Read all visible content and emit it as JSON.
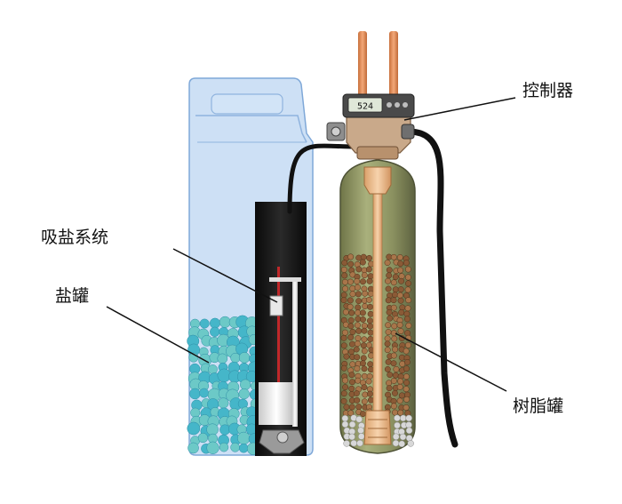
{
  "labels": {
    "controller": "控制器",
    "brine_system": "吸盐系统",
    "salt_tank": "盐罐",
    "resin_tank": "树脂罐"
  },
  "controller_display": "524",
  "colors": {
    "salt_tank_fill": "#bcd6f2",
    "salt_tank_edge": "#7fa8d8",
    "brine_well": "#151515",
    "resin_tank_fill": "#9aa06a",
    "resin_bead": "#8a5a36",
    "pipe_copper": "#e0905a",
    "hose": "#111111",
    "salt_pellet": "#45b6c9",
    "valve_body": "#c9a98a"
  }
}
